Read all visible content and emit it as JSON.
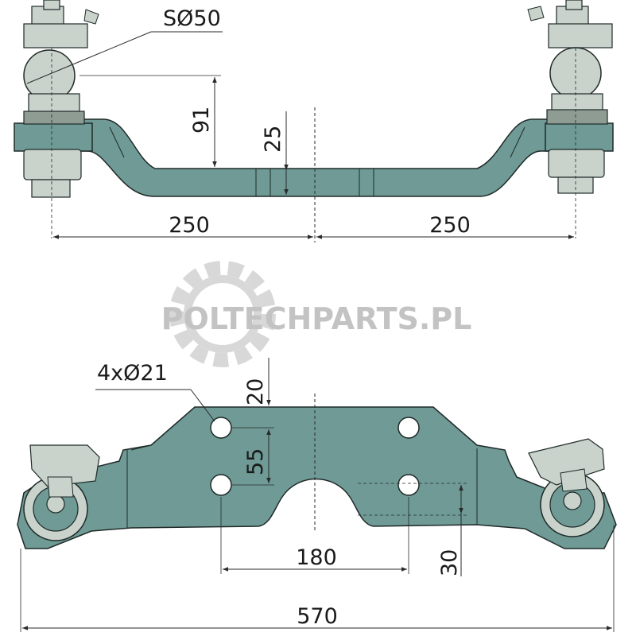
{
  "colors": {
    "part_fill": "#6f9a95",
    "part_dark": "#4f7a76",
    "hardware_fill": "#c9d3cc",
    "hardware_dark": "#8e9c93",
    "line": "#1f2a28",
    "dimension": "#2a2a2a",
    "watermark": "#c8c8c8"
  },
  "watermark": {
    "text": "POLTECHPARTS.PL",
    "icon": "gear-icon"
  },
  "top_view": {
    "ball_label": "SØ50",
    "height_dim": "91",
    "thickness_dim": "25",
    "left_span_dim": "250",
    "right_span_dim": "250"
  },
  "bottom_view": {
    "holes_label": "4xØ21",
    "top_offset_dim": "20",
    "hole_spacing_vertical_dim": "55",
    "hole_spacing_horizontal_dim": "180",
    "right_offset_dim": "30",
    "overall_length_dim": "570"
  }
}
